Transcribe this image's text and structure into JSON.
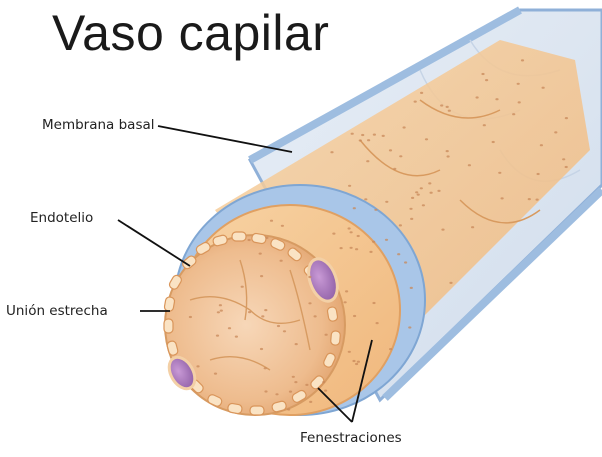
{
  "title": "Vaso capilar",
  "labels": {
    "membrana_basal": "Membrana basal",
    "endotelio": "Endotelio",
    "union_estrecha": "Unión estrecha",
    "fenestraciones": "Fenestraciones"
  },
  "colors": {
    "basal_membrane": "#a9c6e8",
    "basal_membrane_edge": "#7fa6d3",
    "endothelium": "#f2c08a",
    "endothelium_light": "#f8d8ae",
    "cell_border": "#e3a465",
    "lumen_inner": "#f0c6a0",
    "nucleus": "#b37fc4",
    "nucleus_dark": "#8a5aa1",
    "dots": "#c8885a",
    "outer_sheath": "#d9e4f1"
  }
}
